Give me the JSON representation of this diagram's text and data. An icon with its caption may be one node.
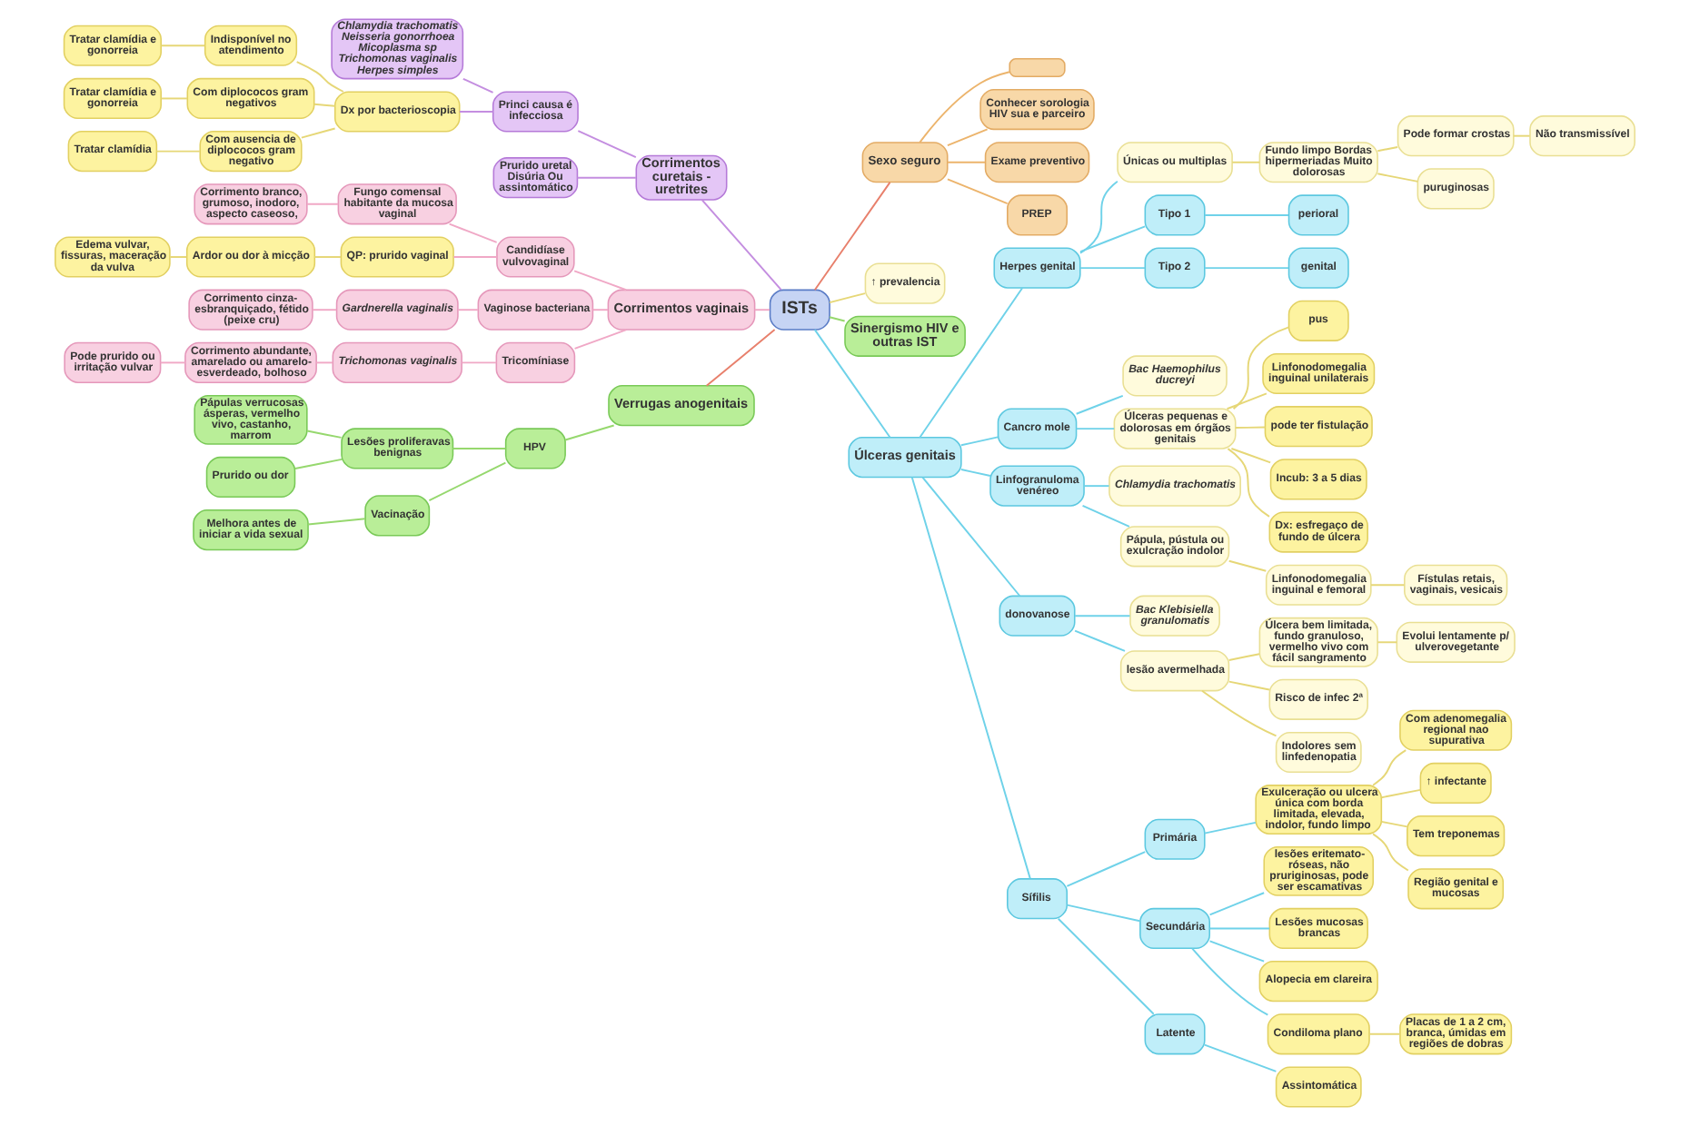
{
  "diagram": {
    "nodes": [
      {
        "text": [
          "ISTs"
        ]
      },
      {
        "text": [
          "Corrimentos curetais - uretrites"
        ]
      },
      {
        "text": [
          "Princi causa é infecciosa"
        ]
      },
      {
        "text": [
          "Chlamydia trachomatis Neisseria gonorrhoea Micoplasma sp Trichomonas vaginalis Herpes simples"
        ]
      },
      {
        "text": [
          "Dx por bacterioscopia"
        ]
      },
      {
        "text": [
          "Indisponível no atendimento"
        ]
      },
      {
        "text": [
          "Tratar clamídia e gonorreia"
        ]
      },
      {
        "text": [
          "Com diplococos gram negativos"
        ]
      },
      {
        "text": [
          "Tratar clamídia e gonorreia"
        ]
      },
      {
        "text": [
          "Com ausencia de diplococos gram negativo"
        ]
      },
      {
        "text": [
          "Tratar clamídia"
        ]
      },
      {
        "text": [
          "Prurido uretal Disúria Ou assintomático"
        ]
      },
      {
        "text": [
          "Corrimentos vaginais"
        ]
      },
      {
        "text": [
          "Candidíase vulvovaginal"
        ]
      },
      {
        "text": [
          "Fungo comensal habitante da mucosa vaginal"
        ]
      },
      {
        "text": [
          "Corrimento branco, grumoso, inodoro, aspecto caseoso,"
        ]
      },
      {
        "text": [
          "QP: prurido vaginal"
        ]
      },
      {
        "text": [
          "Ardor ou dor à micção"
        ]
      },
      {
        "text": [
          "Edema vulvar, fissuras, maceração da vulva"
        ]
      },
      {
        "text": [
          "Vaginose bacteriana"
        ]
      },
      {
        "text": [
          "Gardnerella vaginalis"
        ]
      },
      {
        "text": [
          "Corrimento cinza-esbranquiçado, fétido (peixe cru)"
        ]
      },
      {
        "text": [
          "Tricomíniase"
        ]
      },
      {
        "text": [
          "Trichomonas vaginalis"
        ]
      },
      {
        "text": [
          "Corrimento abundante, amarelado ou amarelo-esverdeado, bolhoso"
        ]
      },
      {
        "text": [
          "Pode prurido ou irritação vulvar"
        ]
      },
      {
        "text": [
          "Verrugas anogenitais"
        ]
      },
      {
        "text": [
          "HPV"
        ]
      },
      {
        "text": [
          "Lesões proliferavas benignas"
        ]
      },
      {
        "text": [
          "Pápulas verrucosas ásperas, vermelho vivo, castanho, marrom"
        ]
      },
      {
        "text": [
          "Prurido ou dor"
        ]
      },
      {
        "text": [
          "Vacinação"
        ]
      },
      {
        "text": [
          "Melhora antes de iniciar a vida sexual"
        ]
      },
      {
        "text": [
          "Sexo seguro"
        ]
      },
      {
        "text": [],
        "shape": "box"
      },
      {
        "text": [
          "Conhecer sorologia HIV sua e parceiro"
        ]
      },
      {
        "text": [
          "Exame preventivo"
        ]
      },
      {
        "text": [
          "PREP"
        ]
      },
      {
        "text": [
          "↑ prevalencia"
        ]
      },
      {
        "text": [
          "Sinergismo HIV e outras IST"
        ]
      },
      {
        "text": [
          "Úlceras genitais"
        ]
      },
      {
        "text": [
          "Herpes genital"
        ]
      },
      {
        "text": [
          "Únicas ou multiplas"
        ]
      },
      {
        "text": [
          "Fundo limpo Bordas hipermeriadas Muito dolorosas"
        ]
      },
      {
        "text": [
          "Pode formar crostas"
        ]
      },
      {
        "text": [
          "Não transmissível"
        ]
      },
      {
        "text": [
          "puruginosas"
        ]
      },
      {
        "text": [
          "Tipo 1"
        ]
      },
      {
        "text": [
          "perioral"
        ]
      },
      {
        "text": [
          "Tipo 2"
        ]
      },
      {
        "text": [
          "genital"
        ]
      },
      {
        "text": [
          "Cancro mole"
        ]
      },
      {
        "text": [
          "Bac Haemophilus ducreyi"
        ]
      },
      {
        "text": [
          "Úlceras pequenas e dolorosas em órgãos genitais"
        ]
      },
      {
        "text": [
          "pus"
        ]
      },
      {
        "text": [
          "Linfonodomegalia inguinal unilaterais"
        ]
      },
      {
        "text": [
          "pode ter fistulação"
        ]
      },
      {
        "text": [
          "Incub: 3 a 5 dias"
        ]
      },
      {
        "text": [
          "Dx: esfregaço de fundo de úlcera"
        ]
      },
      {
        "text": [
          "Linfogranuloma venéreo"
        ]
      },
      {
        "text": [
          "Chlamydia trachomatis"
        ]
      },
      {
        "text": [
          "Pápula, pústula ou exulcração indolor"
        ]
      },
      {
        "text": [
          "Linfonodomegalia inguinal e femoral"
        ]
      },
      {
        "text": [
          "Fístulas retais, vaginais, vesicais"
        ]
      },
      {
        "text": [
          "donovanose"
        ]
      },
      {
        "text": [
          "Bac Klebisiella granulomatis"
        ]
      },
      {
        "text": [
          "lesão avermelhada"
        ]
      },
      {
        "text": [
          "Úlcera bem limitada, fundo granuloso, vermelho vivo com fácil sangramento"
        ]
      },
      {
        "text": [
          "Evolui lentamente p/ ulverovegetante"
        ]
      },
      {
        "text": [
          "Risco de infec 2ª"
        ]
      },
      {
        "text": [
          "Indolores sem linfedenopatia"
        ]
      },
      {
        "text": [
          "Sífilis"
        ]
      },
      {
        "text": [
          "Primária"
        ]
      },
      {
        "text": [
          "Exulceração ou ulcera única com borda limitada, elevada, indolor, fundo limpo"
        ]
      },
      {
        "text": [
          "Com adenomegalia regional nao supurativa"
        ]
      },
      {
        "text": [
          "↑ infectante"
        ]
      },
      {
        "text": [
          "Tem treponemas"
        ]
      },
      {
        "text": [
          "Região genital e mucosas"
        ]
      },
      {
        "text": [
          "Secundária"
        ]
      },
      {
        "text": [
          "lesões eritemato-róseas, não pruriginosas, pode ser escamativas"
        ]
      },
      {
        "text": [
          "Lesões mucosas brancas"
        ]
      },
      {
        "text": [
          "Alopecia em clareira"
        ]
      },
      {
        "text": [
          "Condiloma plano"
        ]
      },
      {
        "text": [
          "Placas de 1 a 2 cm, branca, úmidas em regiões de dobras"
        ]
      },
      {
        "text": [
          "Latente"
        ]
      },
      {
        "text": [
          "Assintomática"
        ]
      }
    ],
    "edges": [
      {
        "from": 1,
        "to": 0,
        "arrow": "none",
        "color": "#c48ee0"
      },
      {
        "from": 2,
        "to": 1,
        "arrow": "none",
        "color": "#c48ee0"
      },
      {
        "from": 3,
        "to": 2,
        "arrow": "none",
        "color": "#c48ee0"
      },
      {
        "from": 4,
        "to": 2,
        "arrow": "none",
        "color": "#c48ee0"
      },
      {
        "from": 5,
        "to": 4,
        "arrow": "none"
      },
      {
        "from": 6,
        "to": 5,
        "arrow": "none"
      },
      {
        "from": 7,
        "to": 4,
        "arrow": "none"
      },
      {
        "from": 8,
        "to": 7,
        "arrow": "none"
      },
      {
        "from": 9,
        "to": 4,
        "arrow": "none"
      },
      {
        "from": 10,
        "to": 9,
        "arrow": "none"
      },
      {
        "from": 11,
        "to": 1,
        "arrow": "none",
        "color": "#c48ee0"
      },
      {
        "from": 12,
        "to": 0,
        "arrow": "none",
        "color": "#f0a8c6"
      },
      {
        "from": 13,
        "to": 12,
        "arrow": "none",
        "color": "#f0a8c6"
      },
      {
        "from": 14,
        "to": 13,
        "arrow": "none",
        "color": "#f0a8c6"
      },
      {
        "from": 15,
        "to": 14,
        "arrow": "none",
        "color": "#f0a8c6"
      },
      {
        "from": 16,
        "to": 13,
        "arrow": "none",
        "color": "#f0a8c6"
      },
      {
        "from": 17,
        "to": 16,
        "arrow": "none"
      },
      {
        "from": 18,
        "to": 17,
        "arrow": "none"
      },
      {
        "from": 19,
        "to": 12,
        "arrow": "none",
        "color": "#f0a8c6"
      },
      {
        "from": 20,
        "to": 19,
        "arrow": "none",
        "color": "#f0a8c6"
      },
      {
        "from": 21,
        "to": 20,
        "arrow": "none",
        "color": "#f0a8c6"
      },
      {
        "from": 22,
        "to": 12,
        "arrow": "none",
        "color": "#f0a8c6"
      },
      {
        "from": 23,
        "to": 22,
        "arrow": "none",
        "color": "#f0a8c6"
      },
      {
        "from": 24,
        "to": 23,
        "arrow": "none",
        "color": "#f0a8c6"
      },
      {
        "from": 25,
        "to": 24,
        "arrow": "none",
        "color": "#f0a8c6"
      },
      {
        "from": 26,
        "to": 0,
        "arrow": "none",
        "color": "#e8806c"
      },
      {
        "from": 27,
        "to": 26,
        "arrow": "none",
        "color": "#96d86e"
      },
      {
        "from": 28,
        "to": 27,
        "arrow": "none",
        "color": "#96d86e"
      },
      {
        "from": 29,
        "to": 28,
        "arrow": "none",
        "color": "#96d86e"
      },
      {
        "from": 30,
        "to": 28,
        "arrow": "none",
        "color": "#96d86e"
      },
      {
        "from": 31,
        "to": 27,
        "arrow": "none",
        "color": "#96d86e"
      },
      {
        "from": 32,
        "to": 31,
        "arrow": "none",
        "color": "#96d86e"
      },
      {
        "from": 0,
        "to": 33,
        "arrow": "none",
        "color": "#e8806c"
      },
      {
        "from": 33,
        "to": 34,
        "arrow": "none",
        "color": "#ecb46c"
      },
      {
        "from": 33,
        "to": 35,
        "arrow": "none",
        "color": "#ecb46c"
      },
      {
        "from": 33,
        "to": 36,
        "arrow": "none",
        "color": "#ecb46c"
      },
      {
        "from": 33,
        "to": 37,
        "arrow": "none",
        "color": "#ecb46c"
      },
      {
        "from": 0,
        "to": 38,
        "arrow": "none"
      },
      {
        "from": 0,
        "to": 39,
        "arrow": "none",
        "color": "#96d86e"
      },
      {
        "from": 0,
        "to": 40,
        "arrow": "none",
        "color": "#6fd2e9"
      },
      {
        "from": 40,
        "to": 41,
        "arrow": "none",
        "color": "#6fd2e9"
      },
      {
        "from": 41,
        "to": 42,
        "arrow": "none",
        "color": "#6fd2e9"
      },
      {
        "from": 42,
        "to": 43,
        "arrow": "none"
      },
      {
        "from": 43,
        "to": 44,
        "arrow": "none"
      },
      {
        "from": 44,
        "to": 45,
        "arrow": "none"
      },
      {
        "from": 43,
        "to": 46,
        "arrow": "none"
      },
      {
        "from": 41,
        "to": 47,
        "arrow": "none",
        "color": "#6fd2e9"
      },
      {
        "from": 47,
        "to": 48,
        "arrow": "none",
        "color": "#6fd2e9"
      },
      {
        "from": 41,
        "to": 49,
        "arrow": "none",
        "color": "#6fd2e9"
      },
      {
        "from": 49,
        "to": 50,
        "arrow": "none",
        "color": "#6fd2e9"
      },
      {
        "from": 40,
        "to": 51,
        "arrow": "none",
        "color": "#6fd2e9"
      },
      {
        "from": 51,
        "to": 52,
        "arrow": "none",
        "color": "#6fd2e9"
      },
      {
        "from": 51,
        "to": 53,
        "arrow": "none",
        "color": "#6fd2e9"
      },
      {
        "from": 53,
        "to": 54,
        "arrow": "none"
      },
      {
        "from": 53,
        "to": 55,
        "arrow": "none"
      },
      {
        "from": 53,
        "to": 56,
        "arrow": "none"
      },
      {
        "from": 53,
        "to": 57,
        "arrow": "none"
      },
      {
        "from": 53,
        "to": 58,
        "arrow": "none"
      },
      {
        "from": 40,
        "to": 59,
        "arrow": "none",
        "color": "#6fd2e9"
      },
      {
        "from": 59,
        "to": 60,
        "arrow": "none",
        "color": "#6fd2e9"
      },
      {
        "from": 59,
        "to": 61,
        "arrow": "none",
        "color": "#6fd2e9"
      },
      {
        "from": 61,
        "to": 62,
        "arrow": "none"
      },
      {
        "from": 62,
        "to": 63,
        "arrow": "none"
      },
      {
        "from": 40,
        "to": 64,
        "arrow": "none",
        "color": "#6fd2e9"
      },
      {
        "from": 64,
        "to": 65,
        "arrow": "none",
        "color": "#6fd2e9"
      },
      {
        "from": 64,
        "to": 66,
        "arrow": "none",
        "color": "#6fd2e9"
      },
      {
        "from": 66,
        "to": 67,
        "arrow": "none"
      },
      {
        "from": 67,
        "to": 68,
        "arrow": "none"
      },
      {
        "from": 66,
        "to": 69,
        "arrow": "none"
      },
      {
        "from": 66,
        "to": 70,
        "arrow": "none"
      },
      {
        "from": 40,
        "to": 71,
        "arrow": "none",
        "color": "#6fd2e9"
      },
      {
        "from": 71,
        "to": 72,
        "arrow": "none",
        "color": "#6fd2e9"
      },
      {
        "from": 72,
        "to": 73,
        "arrow": "none",
        "color": "#6fd2e9"
      },
      {
        "from": 73,
        "to": 74,
        "arrow": "none"
      },
      {
        "from": 73,
        "to": 75,
        "arrow": "none"
      },
      {
        "from": 73,
        "to": 76,
        "arrow": "none"
      },
      {
        "from": 73,
        "to": 77,
        "arrow": "none"
      },
      {
        "from": 71,
        "to": 78,
        "arrow": "none",
        "color": "#6fd2e9"
      },
      {
        "from": 78,
        "to": 79,
        "arrow": "none",
        "color": "#6fd2e9"
      },
      {
        "from": 78,
        "to": 80,
        "arrow": "none",
        "color": "#6fd2e9"
      },
      {
        "from": 78,
        "to": 81,
        "arrow": "none",
        "color": "#6fd2e9"
      },
      {
        "from": 78,
        "to": 82,
        "arrow": "none",
        "color": "#6fd2e9"
      },
      {
        "from": 82,
        "to": 83,
        "arrow": "none"
      },
      {
        "from": 71,
        "to": 84,
        "arrow": "none",
        "color": "#6fd2e9"
      },
      {
        "from": 84,
        "to": 85,
        "arrow": "none",
        "color": "#6fd2e9"
      }
    ]
  }
}
